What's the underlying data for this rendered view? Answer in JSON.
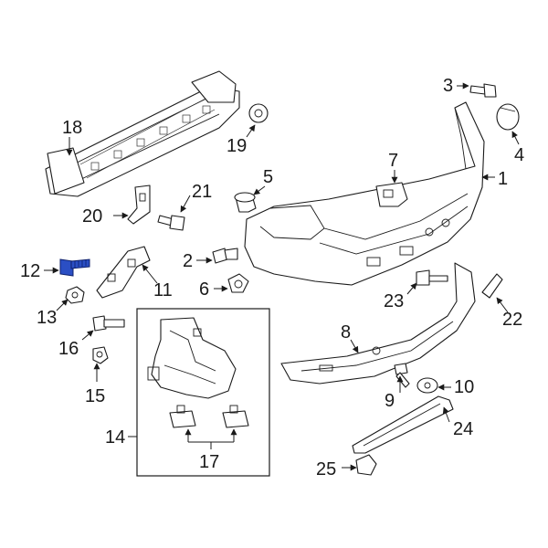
{
  "diagram": {
    "highlight_color": "#2b4fc4",
    "callouts": [
      {
        "id": "1",
        "label": "1"
      },
      {
        "id": "3",
        "label": "3"
      },
      {
        "id": "4",
        "label": "4"
      },
      {
        "id": "5",
        "label": "5"
      },
      {
        "id": "6",
        "label": "6"
      },
      {
        "id": "2",
        "label": "2"
      },
      {
        "id": "7",
        "label": "7"
      },
      {
        "id": "8",
        "label": "8"
      },
      {
        "id": "9",
        "label": "9"
      },
      {
        "id": "10",
        "label": "10"
      },
      {
        "id": "11",
        "label": "11"
      },
      {
        "id": "12",
        "label": "12"
      },
      {
        "id": "13",
        "label": "13"
      },
      {
        "id": "14",
        "label": "14"
      },
      {
        "id": "15",
        "label": "15"
      },
      {
        "id": "16",
        "label": "16"
      },
      {
        "id": "17",
        "label": "17"
      },
      {
        "id": "18",
        "label": "18"
      },
      {
        "id": "19",
        "label": "19"
      },
      {
        "id": "20",
        "label": "20"
      },
      {
        "id": "21",
        "label": "21"
      },
      {
        "id": "22",
        "label": "22"
      },
      {
        "id": "23",
        "label": "23"
      },
      {
        "id": "24",
        "label": "24"
      },
      {
        "id": "25",
        "label": "25"
      }
    ]
  }
}
